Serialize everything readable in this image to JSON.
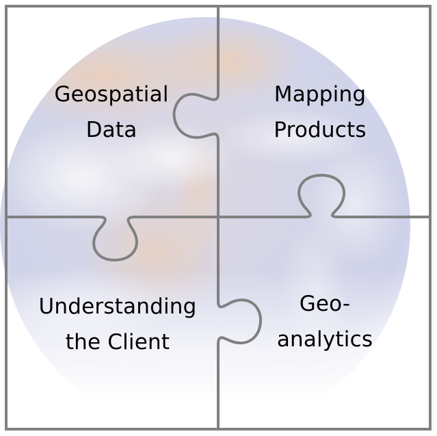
{
  "diagram": {
    "type": "jigsaw-puzzle-2x2",
    "background": "faded earth globe photograph",
    "colors": {
      "frame_stroke": "#808080",
      "text": "#000000",
      "background": "#ffffff",
      "globe_ocean": "#c9cce6",
      "globe_land": "#e6cfc0",
      "globe_cloud": "#f4f4f8"
    },
    "pieces": [
      {
        "position": "top-left",
        "lines": [
          "Geospatial",
          "Data"
        ]
      },
      {
        "position": "top-right",
        "lines": [
          "Mapping",
          "Products"
        ]
      },
      {
        "position": "bottom-left",
        "lines": [
          "Understanding",
          "the Client"
        ]
      },
      {
        "position": "bottom-right",
        "lines": [
          "Geo-",
          "analytics"
        ]
      }
    ]
  }
}
